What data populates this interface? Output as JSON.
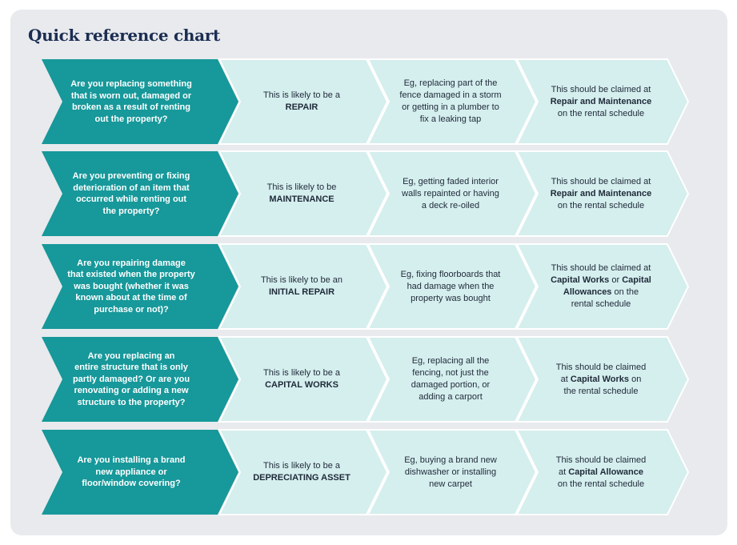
{
  "title": "Quick reference chart",
  "colors": {
    "question_fill": "#17989a",
    "chevron_fill": "#d5eeee",
    "chevron_stroke": "#ffffff",
    "card_bg": "#e8eaed",
    "title_color": "#1b2d52"
  },
  "rows": [
    {
      "question": [
        "Are you replacing something",
        "that is worn out, damaged or",
        "broken as a result of renting",
        "out the property?"
      ],
      "likely": {
        "lead": "This is likely to be a",
        "type": "REPAIR"
      },
      "example": [
        "Eg, replacing part of the",
        "fence damaged in a storm",
        "or getting in a plumber to",
        "fix a leaking tap"
      ],
      "claim": [
        {
          "pre": "This should be claimed at",
          "bold": "",
          "post": ""
        },
        {
          "pre": "",
          "bold": "Repair and Maintenance",
          "post": ""
        },
        {
          "pre": "on the rental schedule",
          "bold": "",
          "post": ""
        }
      ]
    },
    {
      "question": [
        "Are you preventing or fixing",
        "deterioration of an item that",
        "occurred while renting out",
        "the property?"
      ],
      "likely": {
        "lead": "This is likely to be",
        "type": "MAINTENANCE"
      },
      "example": [
        "Eg, getting faded interior",
        "walls repainted or having",
        "a deck re-oiled"
      ],
      "claim": [
        {
          "pre": "This should be claimed at",
          "bold": "",
          "post": ""
        },
        {
          "pre": "",
          "bold": "Repair and Maintenance",
          "post": ""
        },
        {
          "pre": "on the rental schedule",
          "bold": "",
          "post": ""
        }
      ]
    },
    {
      "question": [
        "Are you repairing damage",
        "that existed when the property",
        "was bought (whether it was",
        "known about at the time of",
        "purchase or not)?"
      ],
      "likely": {
        "lead": "This is likely to be an",
        "type": "INITIAL REPAIR"
      },
      "example": [
        "Eg, fixing floorboards that",
        "had damage when the",
        "property was bought"
      ],
      "claim": [
        {
          "pre": "This should be claimed at",
          "bold": "",
          "post": ""
        },
        {
          "pre": "",
          "bold": "Capital Works",
          "post": " or ",
          "bold2": "Capital"
        },
        {
          "pre": "",
          "bold": "Allowances",
          "post": " on the"
        },
        {
          "pre": "rental schedule",
          "bold": "",
          "post": ""
        }
      ]
    },
    {
      "question": [
        "Are you replacing an",
        "entire structure that is only",
        "partly damaged? Or are you",
        "renovating or adding a new",
        "structure to the property?"
      ],
      "likely": {
        "lead": "This is likely to be a",
        "type": "CAPITAL WORKS"
      },
      "example": [
        "Eg, replacing all the",
        "fencing, not just the",
        "damaged portion, or",
        "adding a carport"
      ],
      "claim": [
        {
          "pre": "This should be claimed",
          "bold": "",
          "post": ""
        },
        {
          "pre": "at ",
          "bold": "Capital Works",
          "post": " on"
        },
        {
          "pre": "the rental schedule",
          "bold": "",
          "post": ""
        }
      ]
    },
    {
      "question": [
        "Are you installing a brand",
        "new appliance or",
        "floor/window covering?"
      ],
      "likely": {
        "lead": "This is likely to be a",
        "type": "DEPRECIATING ASSET"
      },
      "example": [
        "Eg, buying a brand new",
        "dishwasher or installing",
        "new carpet"
      ],
      "claim": [
        {
          "pre": "This should be claimed",
          "bold": "",
          "post": ""
        },
        {
          "pre": "at ",
          "bold": "Capital Allowance",
          "post": ""
        },
        {
          "pre": "on the rental schedule",
          "bold": "",
          "post": ""
        }
      ]
    }
  ]
}
